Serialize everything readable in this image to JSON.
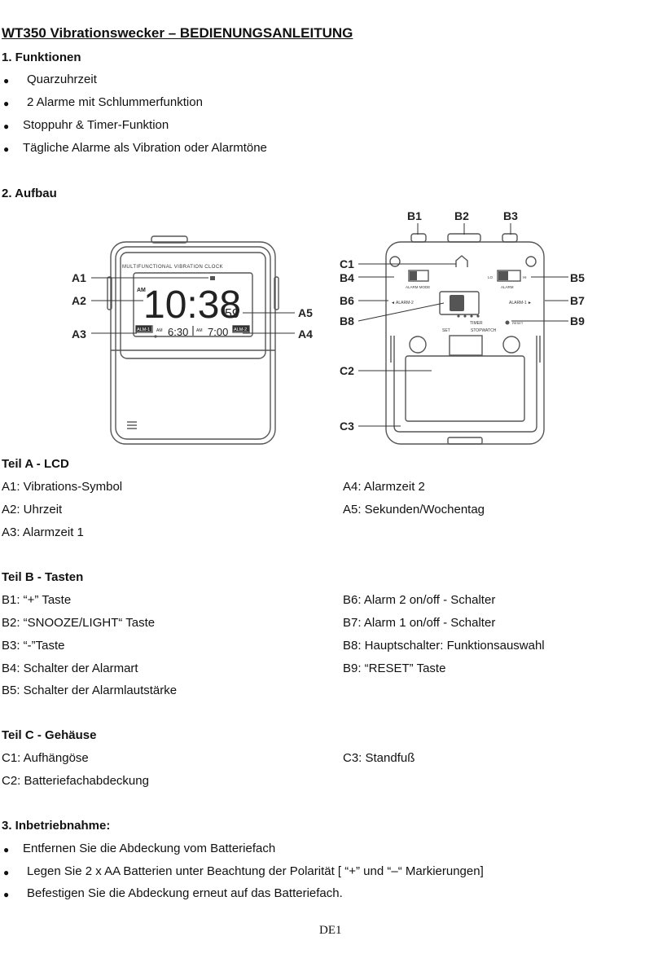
{
  "title": "WT350 Vibrationswecker – BEDIENUNGSANLEITUNG",
  "bullet_symbol": "●",
  "section1": {
    "heading": "1. Funktionen",
    "items": [
      "Quarzuhrzeit",
      "2 Alarme mit Schlummerfunktion",
      "Stoppuhr & Timer-Funktion",
      "Tägliche Alarme als Vibration oder Alarmtöne"
    ]
  },
  "section2": {
    "heading": "2. Aufbau"
  },
  "diagram": {
    "front": {
      "brand_text": "MULTIFUNCTIONAL VIBRATION CLOCK",
      "am": "AM",
      "time": "10:38",
      "seconds": "59",
      "alm1": "ALM-1",
      "alm2": "ALM-2",
      "alarm1_am": "AM",
      "alarm1_time": "6:30",
      "alarm2_am": "AM",
      "alarm2_time": "7:00",
      "callouts": [
        "A1",
        "A2",
        "A3",
        "A4",
        "A5"
      ]
    },
    "back": {
      "top_callouts": [
        "B1",
        "B2",
        "B3"
      ],
      "left_callouts": [
        "C1",
        "B4",
        "B6",
        "B8",
        "C2",
        "C3"
      ],
      "right_callouts": [
        "B5",
        "B7",
        "B9"
      ],
      "alarm_mode": "ALARM MODE",
      "lo": "LO",
      "hi": "HI",
      "alarm": "ALARM",
      "alarm2": "◄ ALARM-2",
      "alarm1": "ALARM-1 ►",
      "set": "SET",
      "timer": "TIMER",
      "stopwatch": "STOPWATCH",
      "reset": "RESET"
    }
  },
  "partA": {
    "heading": "Teil A - LCD",
    "left": [
      "A1: Vibrations-Symbol",
      "A2: Uhrzeit",
      "A3: Alarmzeit 1"
    ],
    "right": [
      "A4: Alarmzeit 2",
      "A5: Sekunden/Wochentag"
    ]
  },
  "partB": {
    "heading": "Teil B - Tasten",
    "left": [
      "B1: “+” Taste",
      "B2: “SNOOZE/LIGHT“ Taste",
      "B3: “-”Taste",
      "B4: Schalter der Alarmart",
      "B5: Schalter der Alarmlautstärke"
    ],
    "right": [
      "B6: Alarm 2 on/off - Schalter",
      "B7: Alarm 1 on/off - Schalter",
      "B8: Hauptschalter: Funktionsauswahl",
      "B9: “RESET” Taste"
    ]
  },
  "partC": {
    "heading": "Teil C - Gehäuse",
    "left": [
      "C1: Aufhängöse",
      "C2: Batteriefachabdeckung"
    ],
    "right": [
      "C3: Standfuß"
    ]
  },
  "section3": {
    "heading": "3. Inbetriebnahme:",
    "items": [
      "Entfernen Sie die Abdeckung vom Batteriefach",
      "Legen Sie 2 x AA Batterien unter Beachtung der Polarität [ “+” und “–“ Markierungen]",
      "Befestigen Sie die Abdeckung erneut auf das Batteriefach."
    ]
  },
  "footer": "DE1"
}
